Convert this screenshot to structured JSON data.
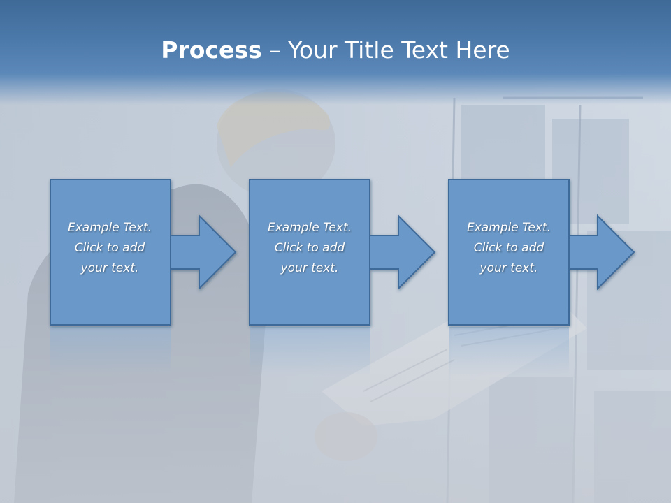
{
  "title": {
    "bold": "Process",
    "rest": " – Your Title Text Here"
  },
  "steps": [
    {
      "lines": [
        "Example Text.",
        "Click  to add",
        "your text."
      ]
    },
    {
      "lines": [
        "Example Text.",
        "Click  to add",
        "your text."
      ]
    },
    {
      "lines": [
        "Example Text.",
        "Click  to add",
        "your text."
      ]
    }
  ],
  "colors": {
    "title_bar": "#4a78a8",
    "box_fill": "#6b98c8",
    "box_stroke": "#3e6a98",
    "text": "#ffffff"
  },
  "icons": {
    "step_arrow": "right-arrow-icon"
  }
}
